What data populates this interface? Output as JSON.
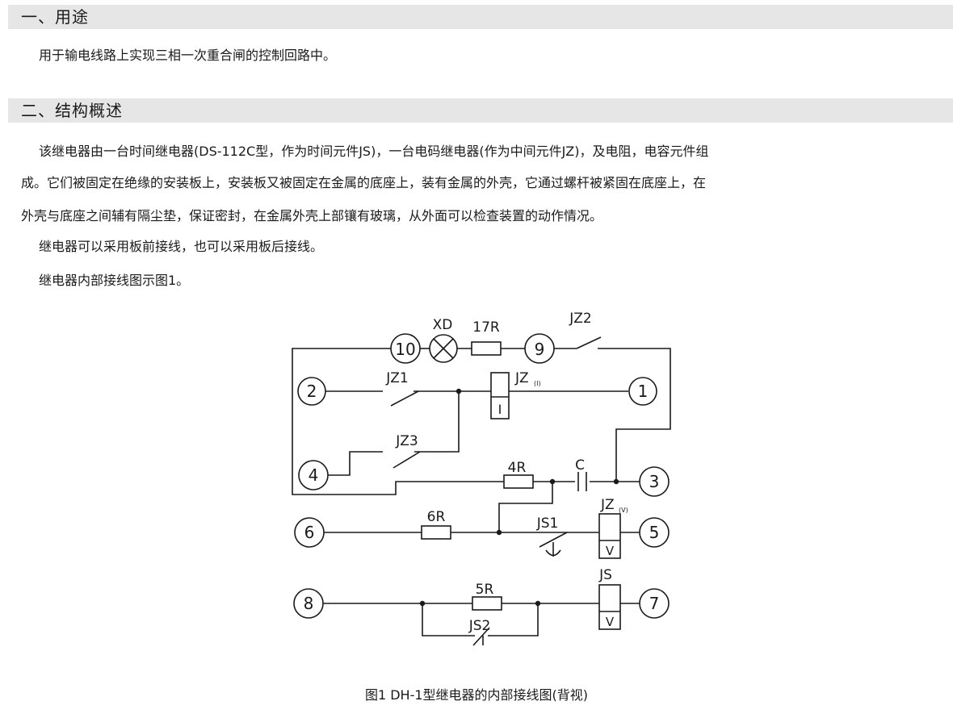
{
  "section1": {
    "title": "一、用途",
    "paragraph": "用于输电线路上实现三相一次重合闸的控制回路中。"
  },
  "section2": {
    "title": "二、结构概述",
    "para_lines": [
      "该继电器由一台时间继电器(DS-112C型，作为时间元件JS)，一台电码继电器(作为中间元件JZ)，及电阻，电容元件组",
      "成。它们被固定在绝缘的安装板上，安装板又被固定在金属的底座上，装有金属的外壳，它通过螺杆被紧固在底座上，在",
      "外壳与底座之间辅有隔尘垫，保证密封，在金属外壳上部镶有玻璃，从外面可以检查装置的动作情况。"
    ],
    "para2": "继电器可以采用板前接线，也可以采用板后接线。",
    "para3": "继电器内部接线图示图1。"
  },
  "diagram": {
    "terminals": [
      "10",
      "9",
      "2",
      "1",
      "4",
      "3",
      "6",
      "5",
      "8",
      "7"
    ],
    "labels": {
      "xd": "XD",
      "r17": "17R",
      "jz2": "JZ2",
      "jz1": "JZ1",
      "jz_i": "JZ",
      "jz_i_sub": "(I)",
      "coil_i": "I",
      "jz3": "JZ3",
      "r4": "4R",
      "c": "C",
      "r6": "6R",
      "js1": "JS1",
      "jz_v": "JZ",
      "jz_v_sub": "(V)",
      "coil_v1": "V",
      "r5": "5R",
      "js2": "JS2",
      "js": "JS",
      "coil_v2": "V"
    },
    "caption": "图1 DH-1型继电器的内部接线图(背视)"
  }
}
